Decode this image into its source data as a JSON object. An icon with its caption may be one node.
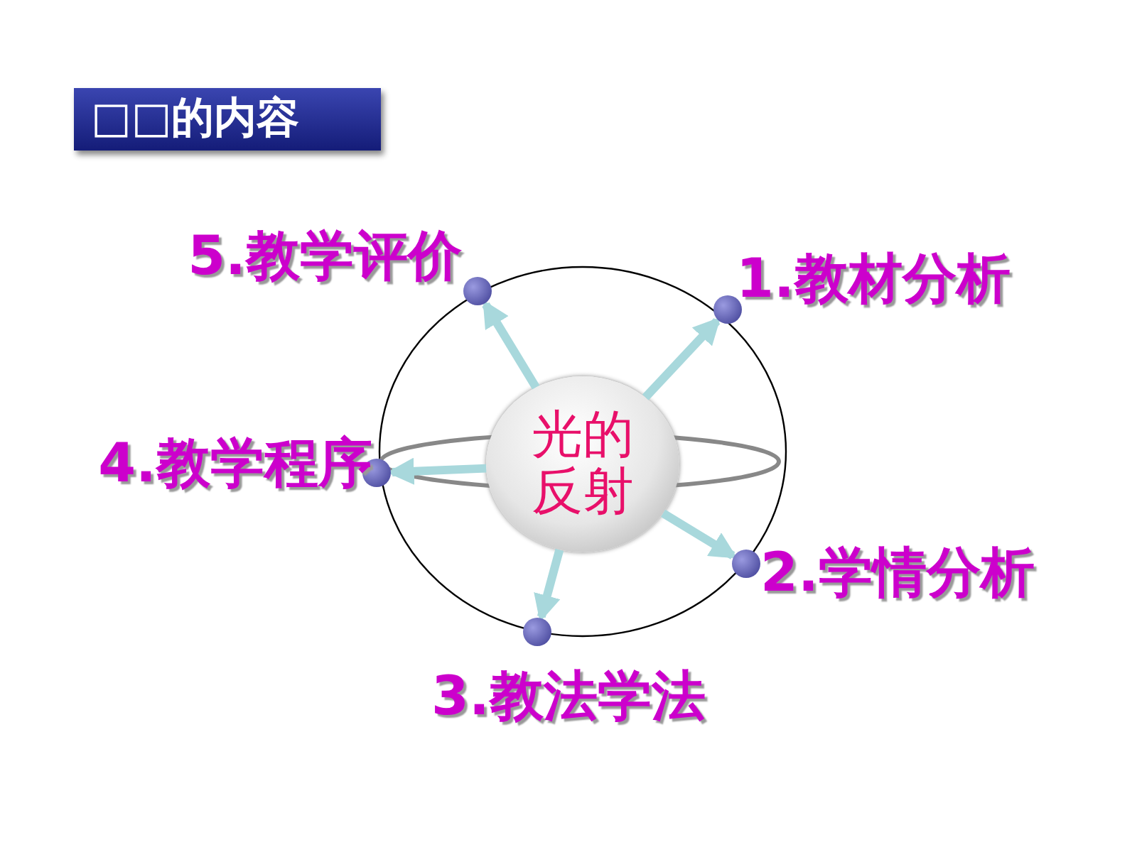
{
  "diagram": {
    "title": "□□的内容",
    "nodes": [
      {
        "text": [
          "光的反射"
        ]
      },
      {
        "text": [],
        "shape": "circle",
        "beside": [
          "4.教学程序"
        ]
      },
      {
        "text": [],
        "shape": "circle",
        "beside": [
          "5.教学评价"
        ]
      },
      {
        "text": [],
        "shape": "circle",
        "beside": [
          "3.教法学法"
        ]
      },
      {
        "text": [],
        "shape": "circle",
        "beside": [
          "1.教材分析"
        ]
      },
      {
        "text": [],
        "shape": "circle",
        "beside": [
          "2.学情分析"
        ]
      }
    ],
    "edges": [
      {
        "from": 0,
        "to": 1,
        "arrow": "to"
      },
      {
        "from": 0,
        "to": 2,
        "arrow": "to"
      },
      {
        "from": 0,
        "to": 3,
        "arrow": "to"
      },
      {
        "from": 0,
        "to": 4,
        "arrow": "to"
      },
      {
        "from": 0,
        "to": 5,
        "arrow": "to"
      }
    ]
  }
}
